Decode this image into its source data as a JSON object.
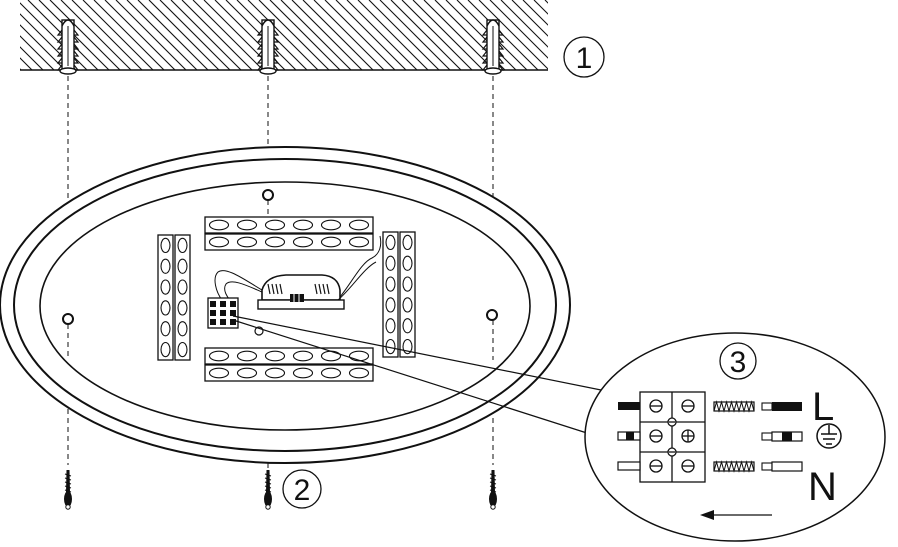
{
  "labels": {
    "step1": "1",
    "step2": "2",
    "step3": "3",
    "live": "L",
    "neutral": "N"
  },
  "icons": {
    "earth": "earth-ground-icon",
    "direction": "arrow-left-icon"
  },
  "colors": {
    "ink": "#111111",
    "paper": "#ffffff"
  }
}
